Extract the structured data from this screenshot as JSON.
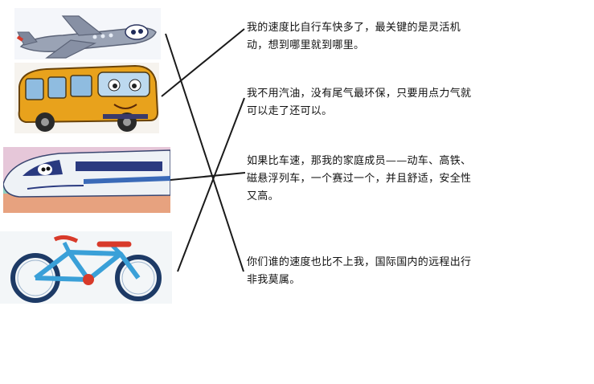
{
  "pictures": [
    {
      "name": "airplane",
      "icon": "airplane-icon"
    },
    {
      "name": "bus",
      "icon": "bus-icon"
    },
    {
      "name": "high-speed-train",
      "icon": "train-icon"
    },
    {
      "name": "bicycle",
      "icon": "bicycle-icon"
    }
  ],
  "descriptions": [
    {
      "text": "我的速度比自行车快多了，最关键的是灵活机动，想到哪里就到哪里。"
    },
    {
      "text": "我不用汽油，没有尾气最环保，只要用点力气就可以走了还可以。"
    },
    {
      "text": "如果比车速，那我的家庭成员——动车、高铁、磁悬浮列车，一个赛过一个，并且舒适，安全性又高。"
    },
    {
      "text": "你们谁的速度也比不上我，国际国内的远程出行非我莫属。"
    }
  ],
  "matches": [
    {
      "picture": "airplane",
      "description": 4
    },
    {
      "picture": "bus",
      "description": 1
    },
    {
      "picture": "high-speed-train",
      "description": 3
    },
    {
      "picture": "bicycle",
      "description": 2
    }
  ],
  "colors": {
    "line": "#1a1a1a",
    "text": "#111111",
    "bus_body": "#e8a21c",
    "plane_body": "#9aa3b5",
    "train_body": "#eef2f6",
    "bike_frame": "#3aa0d8"
  }
}
